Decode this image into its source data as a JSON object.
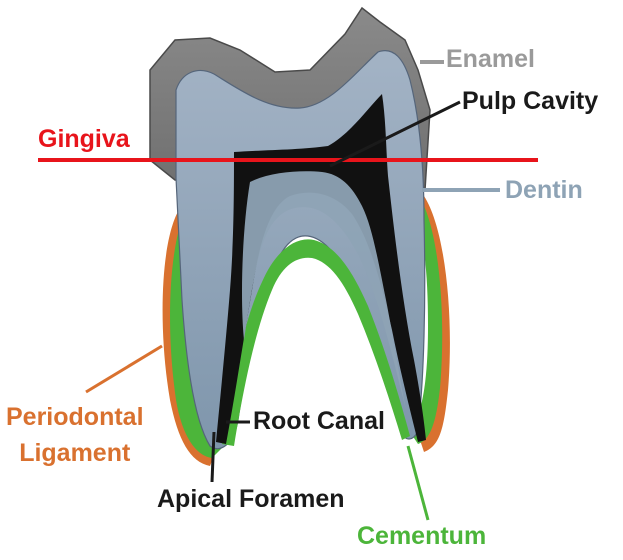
{
  "diagram": {
    "labels": {
      "enamel": "Enamel",
      "pulp_cavity": "Pulp Cavity",
      "gingiva": "Gingiva",
      "dentin": "Dentin",
      "root_canal": "Root Canal",
      "periodontal_line1": "Periodontal",
      "periodontal_line2": "Ligament",
      "apical_foramen": "Apical Foramen",
      "cementum": "Cementum"
    },
    "colors": {
      "enamel_label": "#9a9a9a",
      "enamel_fill": "#7f7f7f",
      "dentin_label": "#8ea3b5",
      "dentin_top": "#a3b3c5",
      "dentin_bottom": "#7f96ac",
      "pulp": "#111111",
      "gingiva_line": "#e8141b",
      "cementum": "#4cb53a",
      "periodontal": "#d9712f",
      "dark_label": "#1a1a1a"
    }
  }
}
